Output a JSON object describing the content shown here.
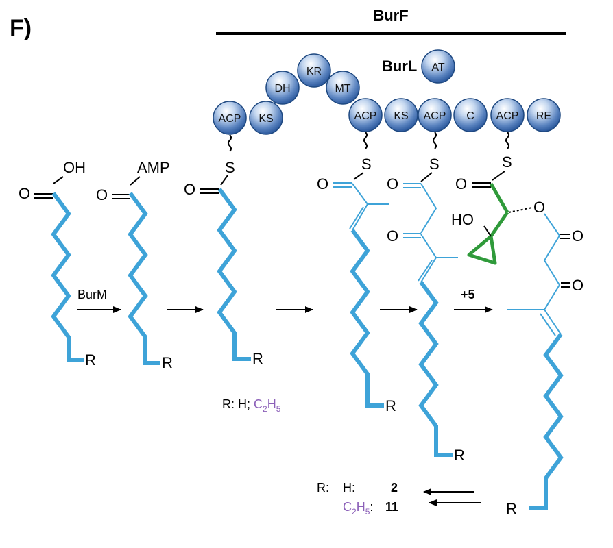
{
  "panel_label": "F)",
  "burf_title": "BurF",
  "burl_title": "BurL",
  "domains": {
    "acp1": "ACP",
    "ks1": "KS",
    "dh": "DH",
    "kr": "KR",
    "mt": "MT",
    "acp2": "ACP",
    "ks2": "KS",
    "acp3": "ACP",
    "c": "C",
    "acp4": "ACP",
    "re": "RE",
    "at": "AT"
  },
  "arrows": {
    "burm": "BurM",
    "plus5": "+5"
  },
  "atoms": {
    "oh": "OH",
    "amp": "AMP",
    "o": "O",
    "s": "S",
    "r": "R",
    "ho": "HO"
  },
  "r_legend": {
    "prefix": "R: H; ",
    "purple_c": "C",
    "purple_sub2": "2",
    "purple_h": "H",
    "purple_sub5": "5"
  },
  "products": {
    "r_label": "R:",
    "h_label": "H:",
    "compound_2": "2",
    "c2h5_c": "C",
    "c2h5_sub2": "2",
    "c2h5_h": "H",
    "c2h5_sub5": "5",
    "colon": ":",
    "compound_11": "11"
  }
}
